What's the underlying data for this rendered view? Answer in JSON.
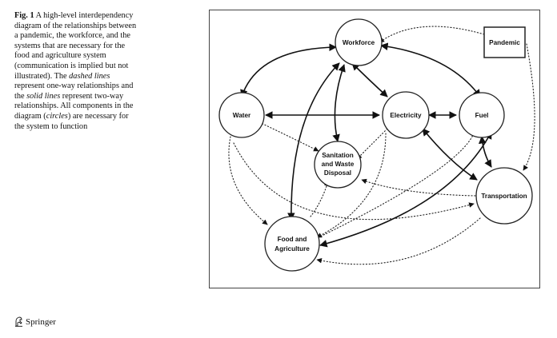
{
  "caption": {
    "fig_label": "Fig. 1",
    "part1": "A high-level interdependency diagram of the relationships between a pandemic, the workforce, and the systems that are necessary for the food and agriculture system (communication is implied but not illustrated). The ",
    "dashed_lines": "dashed lines",
    "part2": " represent one-way relationships and the ",
    "solid_lines": "solid lines",
    "part3": " represent two-way relationships. All components in the diagram (",
    "circles": "circles",
    "part4": ") are necessary for the system to function"
  },
  "diagram": {
    "nodes": {
      "pandemic": "Pandemic",
      "workforce": "Workforce",
      "water": "Water",
      "electricity": "Electricity",
      "fuel": "Fuel",
      "sanitation_line1": "Sanitation",
      "sanitation_line2": "and Waste",
      "sanitation_line3": "Disposal",
      "transportation": "Transportation",
      "food_line1": "Food and",
      "food_line2": "Agriculture"
    }
  },
  "footer": {
    "publisher": "Springer",
    "logo_icon": "springer-horse-icon"
  }
}
